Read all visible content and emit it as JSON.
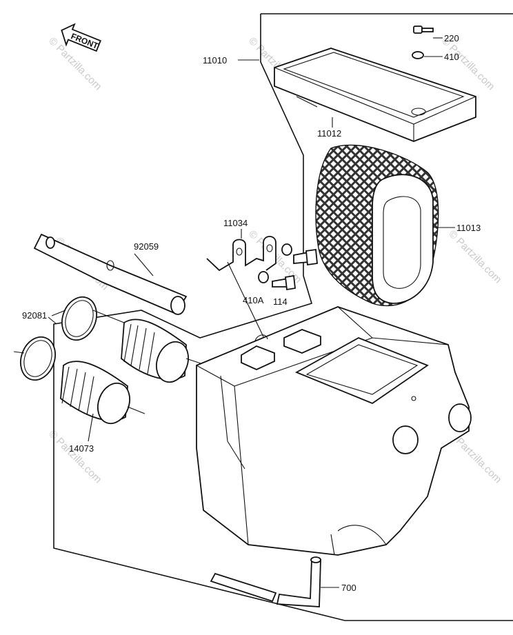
{
  "front_label": "FRONT",
  "watermark": "© Partzilla.com",
  "parts": {
    "p11010": "11010",
    "p220": "220",
    "p410": "410",
    "p11012": "11012",
    "p11013": "11013",
    "p11034": "11034",
    "p92059": "92059",
    "p410a": "410A",
    "p114": "114",
    "p92081": "92081",
    "p14073": "14073",
    "p700": "700"
  },
  "colors": {
    "line": "#111111",
    "watermark": "#c9c9c9",
    "background": "#ffffff"
  }
}
